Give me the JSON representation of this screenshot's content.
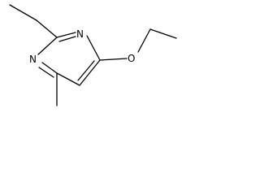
{
  "structure": {
    "atoms": {
      "n_top": "N",
      "n_left": "N",
      "o_ether": "O"
    },
    "colors": {
      "bond": "#000000",
      "label": "#000000",
      "background": "#ffffff"
    }
  }
}
